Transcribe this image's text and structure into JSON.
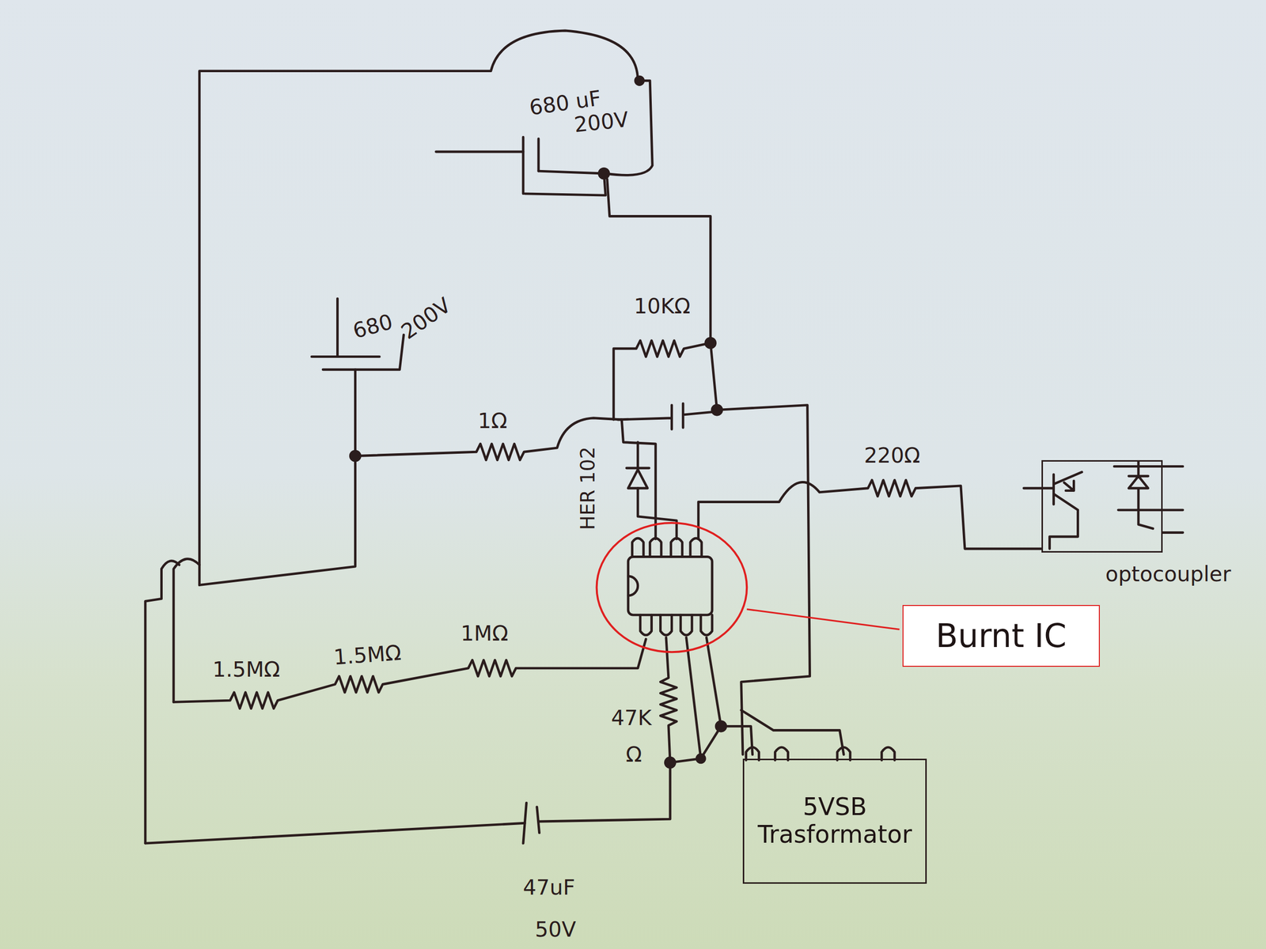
{
  "diagram": {
    "nodes": [
      {
        "text": [
          "optocoupler"
        ]
      },
      {
        "text": [
          "Burnt IC"
        ]
      },
      {
        "text": [
          "5VSB Trasformator"
        ]
      }
    ],
    "labels": [
      "680 uF",
      "200V",
      "680",
      "200V",
      "10KΩ",
      "1Ω",
      "HER 102",
      "220Ω",
      "1.5MΩ",
      "1.5MΩ",
      "1MΩ",
      "47K",
      "Ω",
      "47uF",
      "50V"
    ]
  }
}
